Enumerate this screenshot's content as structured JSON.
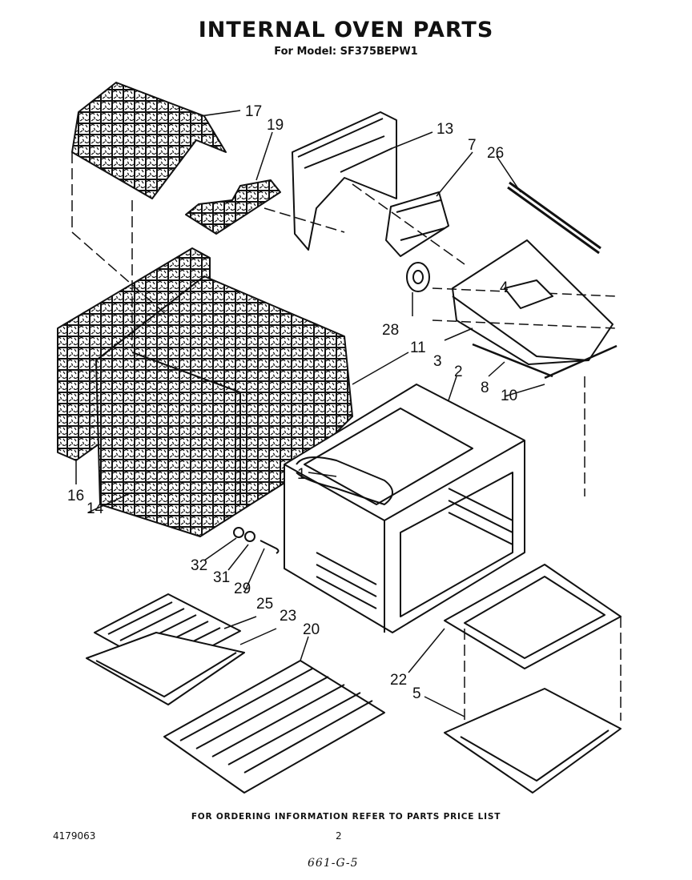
{
  "header": {
    "title": "INTERNAL OVEN PARTS",
    "subtitle": "For Model: SF375BEPW1"
  },
  "footer": {
    "ordering_note": "FOR ORDERING INFORMATION REFER TO PARTS PRICE LIST",
    "document_number": "4179063",
    "page_number": "2",
    "handwritten_note": "661-G-5"
  },
  "callouts": [
    {
      "id": "c17",
      "label": "17"
    },
    {
      "id": "c19",
      "label": "19"
    },
    {
      "id": "c13",
      "label": "13"
    },
    {
      "id": "c7",
      "label": "7"
    },
    {
      "id": "c26",
      "label": "26"
    },
    {
      "id": "c4",
      "label": "4"
    },
    {
      "id": "c28",
      "label": "28"
    },
    {
      "id": "c3",
      "label": "3"
    },
    {
      "id": "c8",
      "label": "8"
    },
    {
      "id": "c10",
      "label": "10"
    },
    {
      "id": "c11",
      "label": "11"
    },
    {
      "id": "c2",
      "label": "2"
    },
    {
      "id": "c1",
      "label": "1"
    },
    {
      "id": "c16",
      "label": "16"
    },
    {
      "id": "c14",
      "label": "14"
    },
    {
      "id": "c32",
      "label": "32"
    },
    {
      "id": "c31",
      "label": "31"
    },
    {
      "id": "c29",
      "label": "29"
    },
    {
      "id": "c25",
      "label": "25"
    },
    {
      "id": "c23",
      "label": "23"
    },
    {
      "id": "c20",
      "label": "20"
    },
    {
      "id": "c22",
      "label": "22"
    },
    {
      "id": "c5",
      "label": "5"
    }
  ]
}
